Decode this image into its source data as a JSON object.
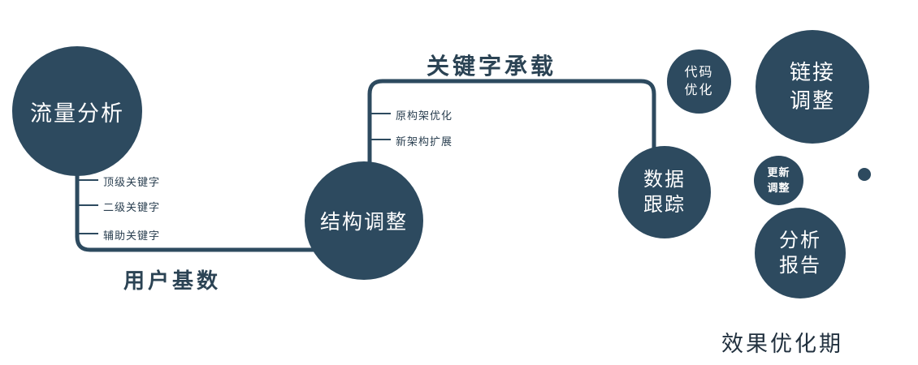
{
  "colors": {
    "primary": "#2d4a5f",
    "text_on_dark": "#ffffff",
    "background": "#ffffff"
  },
  "nodes": {
    "traffic": {
      "label": "流量分析"
    },
    "structure": {
      "label": "结构调整"
    },
    "data_tracking": {
      "line1": "数据",
      "line2": "跟踪"
    },
    "code_opt": {
      "line1": "代码",
      "line2": "优化"
    },
    "link_adjust": {
      "line1": "链接",
      "line2": "调整"
    },
    "update_adjust": {
      "line1": "更新",
      "line2": "调整"
    },
    "report": {
      "line1": "分析",
      "line2": "报告"
    }
  },
  "edge_labels": {
    "keyword_carry": "关键字承载",
    "user_base": "用户基数"
  },
  "branches": {
    "traffic": [
      "顶级关键字",
      "二级关键字",
      "辅助关键字"
    ],
    "structure": [
      "原构架优化",
      "新架构扩展"
    ]
  },
  "caption": "效果优化期"
}
